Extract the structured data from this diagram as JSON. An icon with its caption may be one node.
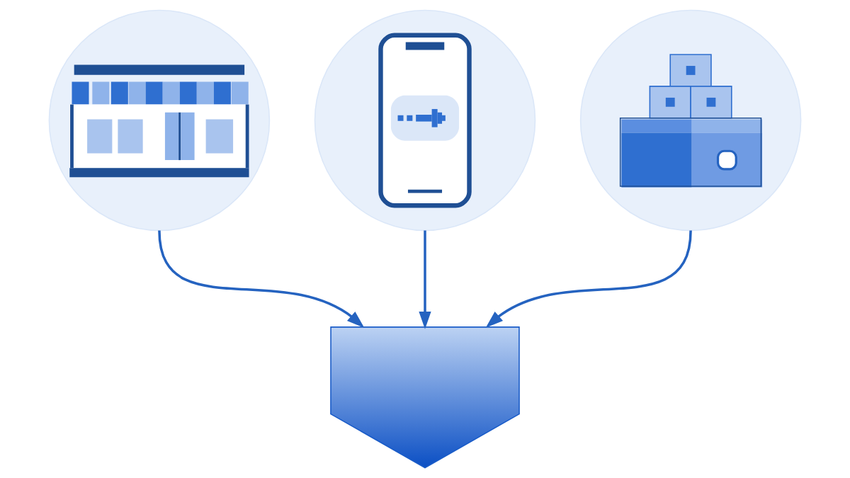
{
  "diagram": {
    "nodes": [
      {
        "text": [],
        "shape": "picture"
      },
      {
        "text": [],
        "shape": "picture"
      },
      {
        "text": [],
        "shape": "picture"
      },
      {
        "text": [],
        "shape": "arrow"
      }
    ],
    "edges": [
      {
        "from": 0,
        "to": 3,
        "arrow": "to"
      },
      {
        "from": 1,
        "to": 3,
        "arrow": "to"
      },
      {
        "from": 2,
        "to": 3,
        "arrow": "to"
      }
    ]
  }
}
